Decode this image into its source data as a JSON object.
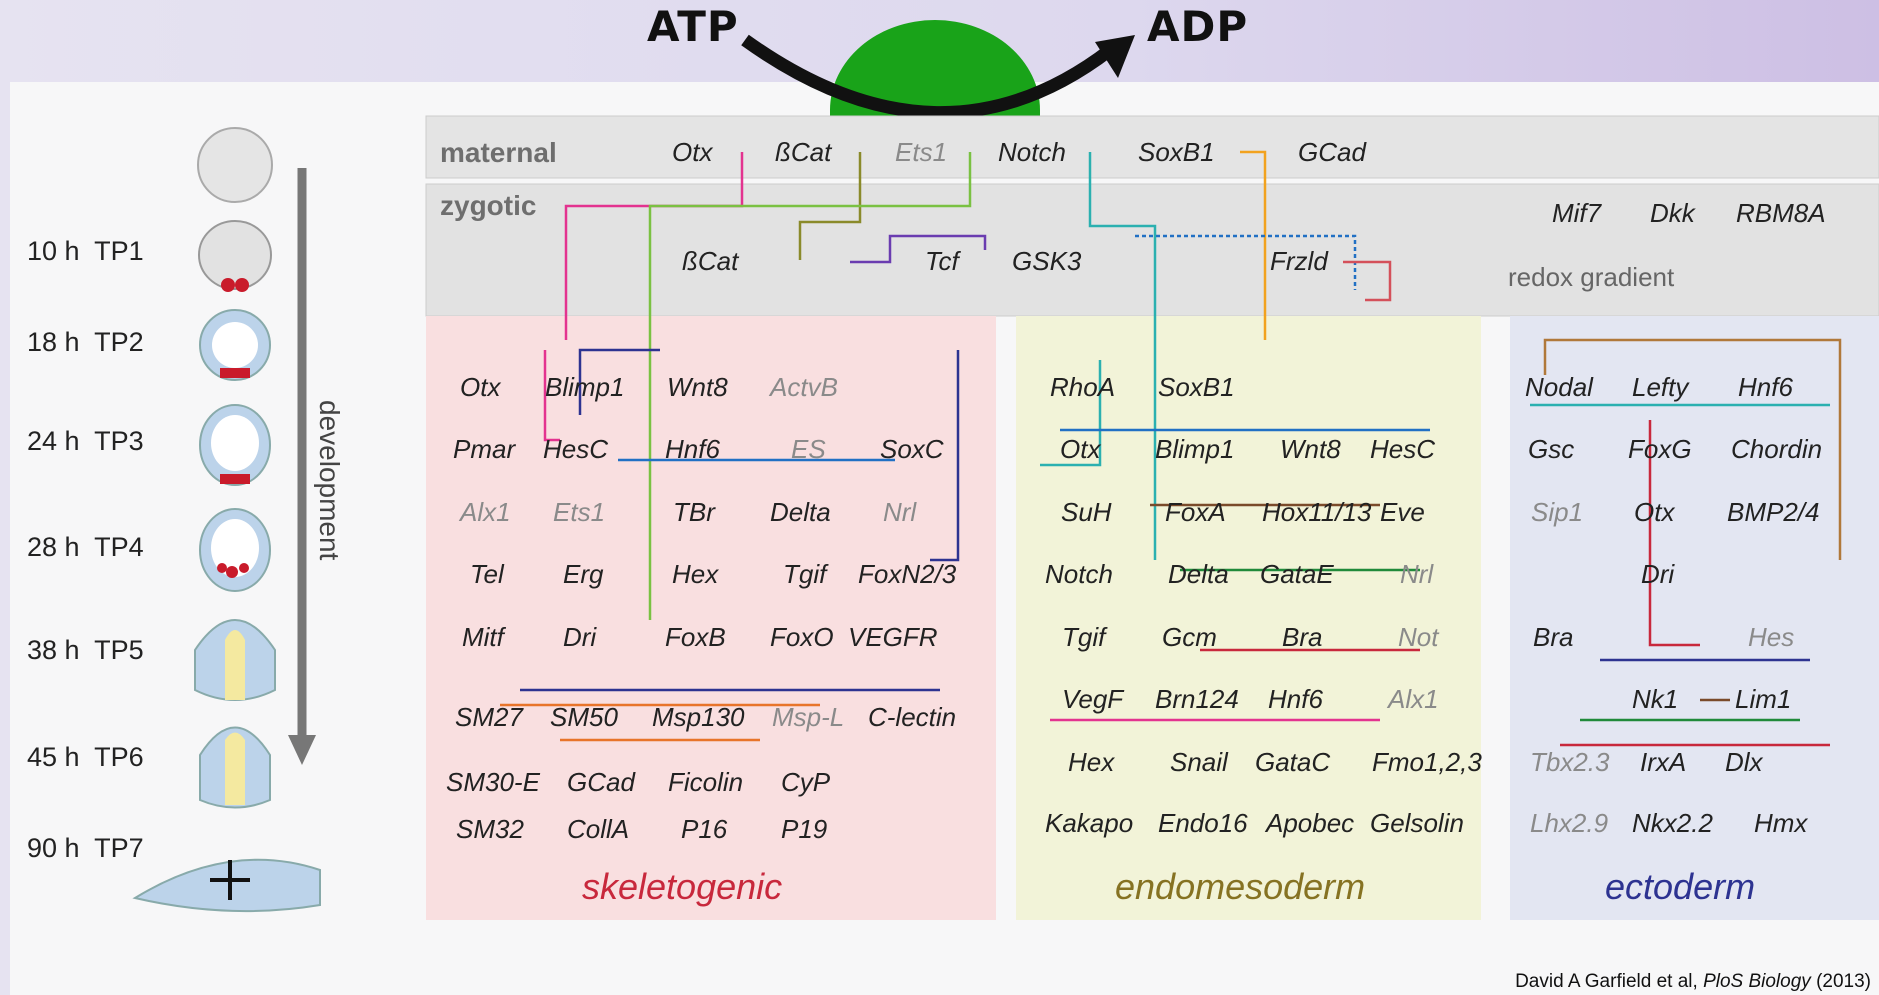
{
  "energy": {
    "left": "ATP",
    "right": "ADP"
  },
  "sections": {
    "maternal": "maternal",
    "zygotic": "zygotic"
  },
  "regions": {
    "skeletogenic": "skeletogenic",
    "endomesoderm": "endomesoderm",
    "ectoderm": "ectoderm"
  },
  "colors": {
    "skeletogenic": "#c8283c",
    "endomesoderm": "#867222",
    "ectoderm": "#2d3391"
  },
  "redox_label": "redox gradient",
  "timeline": {
    "axis_label": "development",
    "stages": [
      {
        "time": "10 h",
        "tp": "TP1"
      },
      {
        "time": "18 h",
        "tp": "TP2"
      },
      {
        "time": "24 h",
        "tp": "TP3"
      },
      {
        "time": "28 h",
        "tp": "TP4"
      },
      {
        "time": "38 h",
        "tp": "TP5"
      },
      {
        "time": "45 h",
        "tp": "TP6"
      },
      {
        "time": "90 h",
        "tp": "TP7"
      }
    ]
  },
  "maternal_genes": [
    "Otx",
    "ßCat",
    "Ets1",
    "Notch",
    "SoxB1",
    "GCad"
  ],
  "zygotic_top": [
    "ßCat",
    "Tcf",
    "GSK3",
    "Frzld"
  ],
  "extra_genes": [
    "Mif7",
    "Dkk",
    "RBM8A"
  ],
  "skeletogenic_genes": [
    "Otx",
    "Blimp1",
    "Wnt8",
    "ActvB",
    "Pmar",
    "HesC",
    "Hnf6",
    "ES",
    "SoxC",
    "Alx1",
    "Ets1",
    "TBr",
    "Delta",
    "Nrl",
    "Tel",
    "Erg",
    "Hex",
    "Tgif",
    "FoxN2/3",
    "Mitf",
    "Dri",
    "FoxB",
    "FoxO",
    "VEGFR",
    "SM27",
    "SM50",
    "Msp130",
    "Msp-L",
    "C-lectin",
    "SM30-E",
    "GCad",
    "Ficolin",
    "CyP",
    "SM32",
    "CollA",
    "P16",
    "P19"
  ],
  "endomesoderm_genes": [
    "RhoA",
    "SoxB1",
    "Otx",
    "Blimp1",
    "Wnt8",
    "HesC",
    "SuH",
    "FoxA",
    "Hox11/13",
    "Eve",
    "Notch",
    "Delta",
    "GataE",
    "Nrl",
    "Tgif",
    "Gcm",
    "Bra",
    "Not",
    "VegF",
    "Brn124",
    "Hnf6",
    "Alx1",
    "Hex",
    "Snail",
    "GataC",
    "Fmo1,2,3",
    "Kakapo",
    "Endo16",
    "Apobec",
    "Gelsolin"
  ],
  "ectoderm_genes": [
    "Nodal",
    "Lefty",
    "Hnf6",
    "Gsc",
    "FoxG",
    "Chordin",
    "Sip1",
    "Otx",
    "BMP2/4",
    "Dri",
    "Bra",
    "Hes",
    "Nk1",
    "Lim1",
    "Tbx2.3",
    "IrxA",
    "Dlx",
    "Lhx2.9",
    "Nkx2.2",
    "Hmx"
  ],
  "citation": {
    "prefix": "David A Garfield et al, ",
    "journal": "PloS Biology",
    "year": " (2013)"
  }
}
